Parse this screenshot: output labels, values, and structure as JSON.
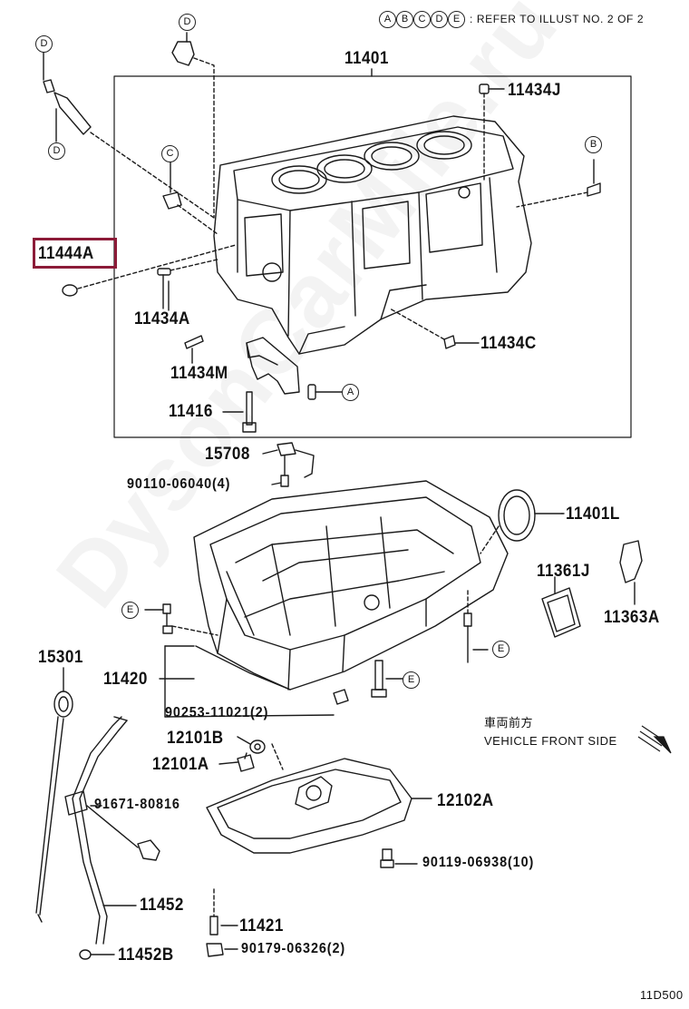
{
  "header": {
    "ref_letters": [
      "A",
      "B",
      "C",
      "D",
      "E"
    ],
    "refer_text": ": REFER TO ILLUST NO. 2 OF 2"
  },
  "watermark": "DysonCarMile.ru",
  "highlighted_part": "11444A",
  "callouts": {
    "D_top": "D",
    "D_left_top": "D",
    "D_left_bottom": "D",
    "C_sensor": "C",
    "B_right": "B",
    "A_bottom": "A",
    "E_left": "E",
    "E_right": "E",
    "E_mid": "E"
  },
  "parts": {
    "p11401": "11401",
    "p11434J": "11434J",
    "p11444A": "11444A",
    "p11434A": "11434A",
    "p11434C": "11434C",
    "p11434M": "11434M",
    "p11416": "11416",
    "p15708": "15708",
    "p90110": "90110-06040(4)",
    "p11401L": "11401L",
    "p11361J": "11361J",
    "p11363A": "11363A",
    "p15301": "15301",
    "p11420": "11420",
    "p90253": "90253-11021(2)",
    "p12101B": "12101B",
    "p12101A": "12101A",
    "p91671": "91671-80816",
    "p12102A": "12102A",
    "p90119": "90119-06938(10)",
    "p11452": "11452",
    "p11421": "11421",
    "p90179": "90179-06326(2)",
    "p11452B": "11452B"
  },
  "direction": {
    "jp": "車両前方",
    "en": "VEHICLE FRONT SIDE"
  },
  "diagram_code": "11D500"
}
